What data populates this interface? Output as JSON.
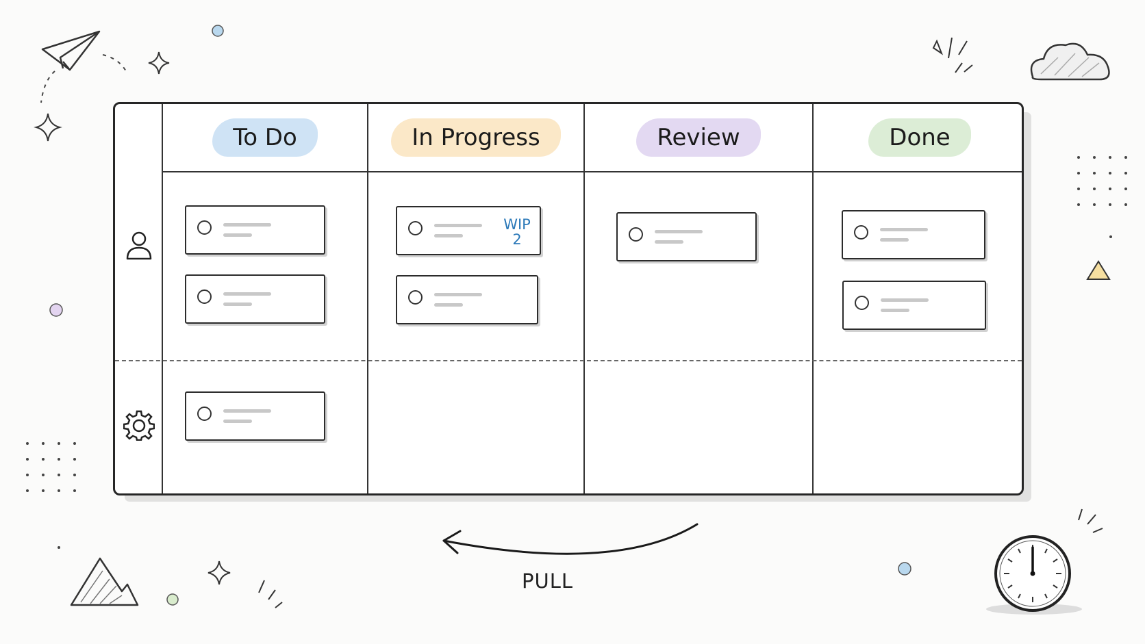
{
  "board": {
    "columns": [
      {
        "label": "To Do",
        "highlight": "#cfe3f5"
      },
      {
        "label": "In Progress",
        "highlight": "#fbe8c8"
      },
      {
        "label": "Review",
        "highlight": "#e3d9f2"
      },
      {
        "label": "Done",
        "highlight": "#dcedd6"
      }
    ],
    "lanes": [
      {
        "icon": "user-icon"
      },
      {
        "icon": "gear-icon"
      }
    ],
    "wip": {
      "label": "WIP",
      "value": "2",
      "color": "#2a78b8"
    }
  },
  "flow": {
    "label": "PULL"
  },
  "decorations": [
    "paper-plane-icon",
    "sparkle-icon",
    "cloud-icon",
    "triangle-icon",
    "mountain-icon",
    "clock-icon",
    "dot-grid-icon"
  ]
}
